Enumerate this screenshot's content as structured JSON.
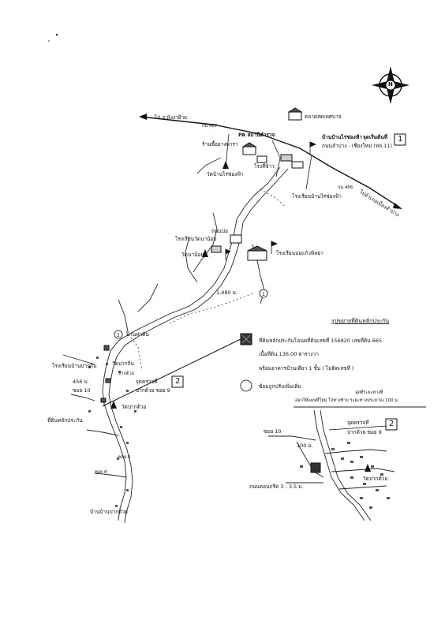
{
  "north_label": "N",
  "main_map": {
    "roads": {
      "west_direction": "ไป อ.พังงาฝ้าย",
      "east_direction": "ไปอำเภอเมืองลำปาง",
      "km_467": "กม.467",
      "km_466": "กม.466",
      "highway": "ถนนลำปาง - เชียงใหม่ (ทล.11)",
      "distance_1480": "1,480 ม.",
      "soi_10": "ซอย 10",
      "soi_8": "ซอย 8",
      "soi_6": "ซอย 6",
      "road_small": "ถนนบ่อ"
    },
    "places": {
      "pa_station": "PA สถานีตำรวจ",
      "temple_market": "ตลาดสดเทศบาล",
      "rubber_coop": "ร้านซื้อยางพารา",
      "rice_mill": "โรงสีข้าว",
      "wat_ban_rai": "วัดบ้านไร่ช่องฟ้า",
      "school_ban_rai": "โรงเรียนบ้านไร่ช่องฟ้า",
      "ban_rai_stop": "บ้านบ้านไร่ช่องฟ้า",
      "start_point": "จุดเริ่มต้นที่",
      "start_no": "1",
      "school_wat_na_noi": "โรงเรียนวัดนาน้อย",
      "wat_na_noi": "วัดนาน้อย",
      "school_bor_kaew": "โรงเรียนบ่อแก้วพิทยา",
      "ban_tha_din": "บ้านท่าดิน",
      "school_pak_thin": "โรงเรียนบ้านปากถิ่น",
      "wat_pak_thin": "วัดปากถิ่น",
      "school_dist": "456 ม.",
      "pak_tui": "ปากต้วย",
      "checkpoint2": "จุดตรวจที่",
      "checkpoint2_no": "2",
      "checkpoint2_sub": "ปากด้วย ซอย 9",
      "land_site": "ที่ดินหลักประกัน",
      "wat_pak_tui": "วัดปากด้วย",
      "ban_pak_tui": "บ้านบ้านปากต้วย"
    }
  },
  "legend": {
    "title": "รูปขยายที่ดินหลักประกัน",
    "line1": "ที่ดินหลักประกันโฉนดที่ดินเลขที่ 156820 เลขที่ดิน 665",
    "line2": "เนื้อที่ดิน 136.00 ตารางวา",
    "line3": "พร้อมอาคารบ้านเดี่ยว 1 ชั้น ( ไม่ติดเลขที่ )",
    "line4": "ซ้อมถูกปรับเพิ่มเติม"
  },
  "inset_map": {
    "top_note1": "จุดที่ระยะทางที่",
    "top_note2": "ออกให้แผนที่ใหม่ ไปทางซ้าย ระยะทางประมาณ 100 ม.",
    "checkpoint": "จุดตรวจที่",
    "checkpoint_no": "2",
    "checkpoint_sub": "ปากด้วย ซอย 9",
    "soi_10": "ซอย 10",
    "dist_100": "100 ม.",
    "wat_pak_tui": "วัดปากด้วย",
    "road": "ถนนคอนกรีต 3 - 3.5 ม."
  }
}
